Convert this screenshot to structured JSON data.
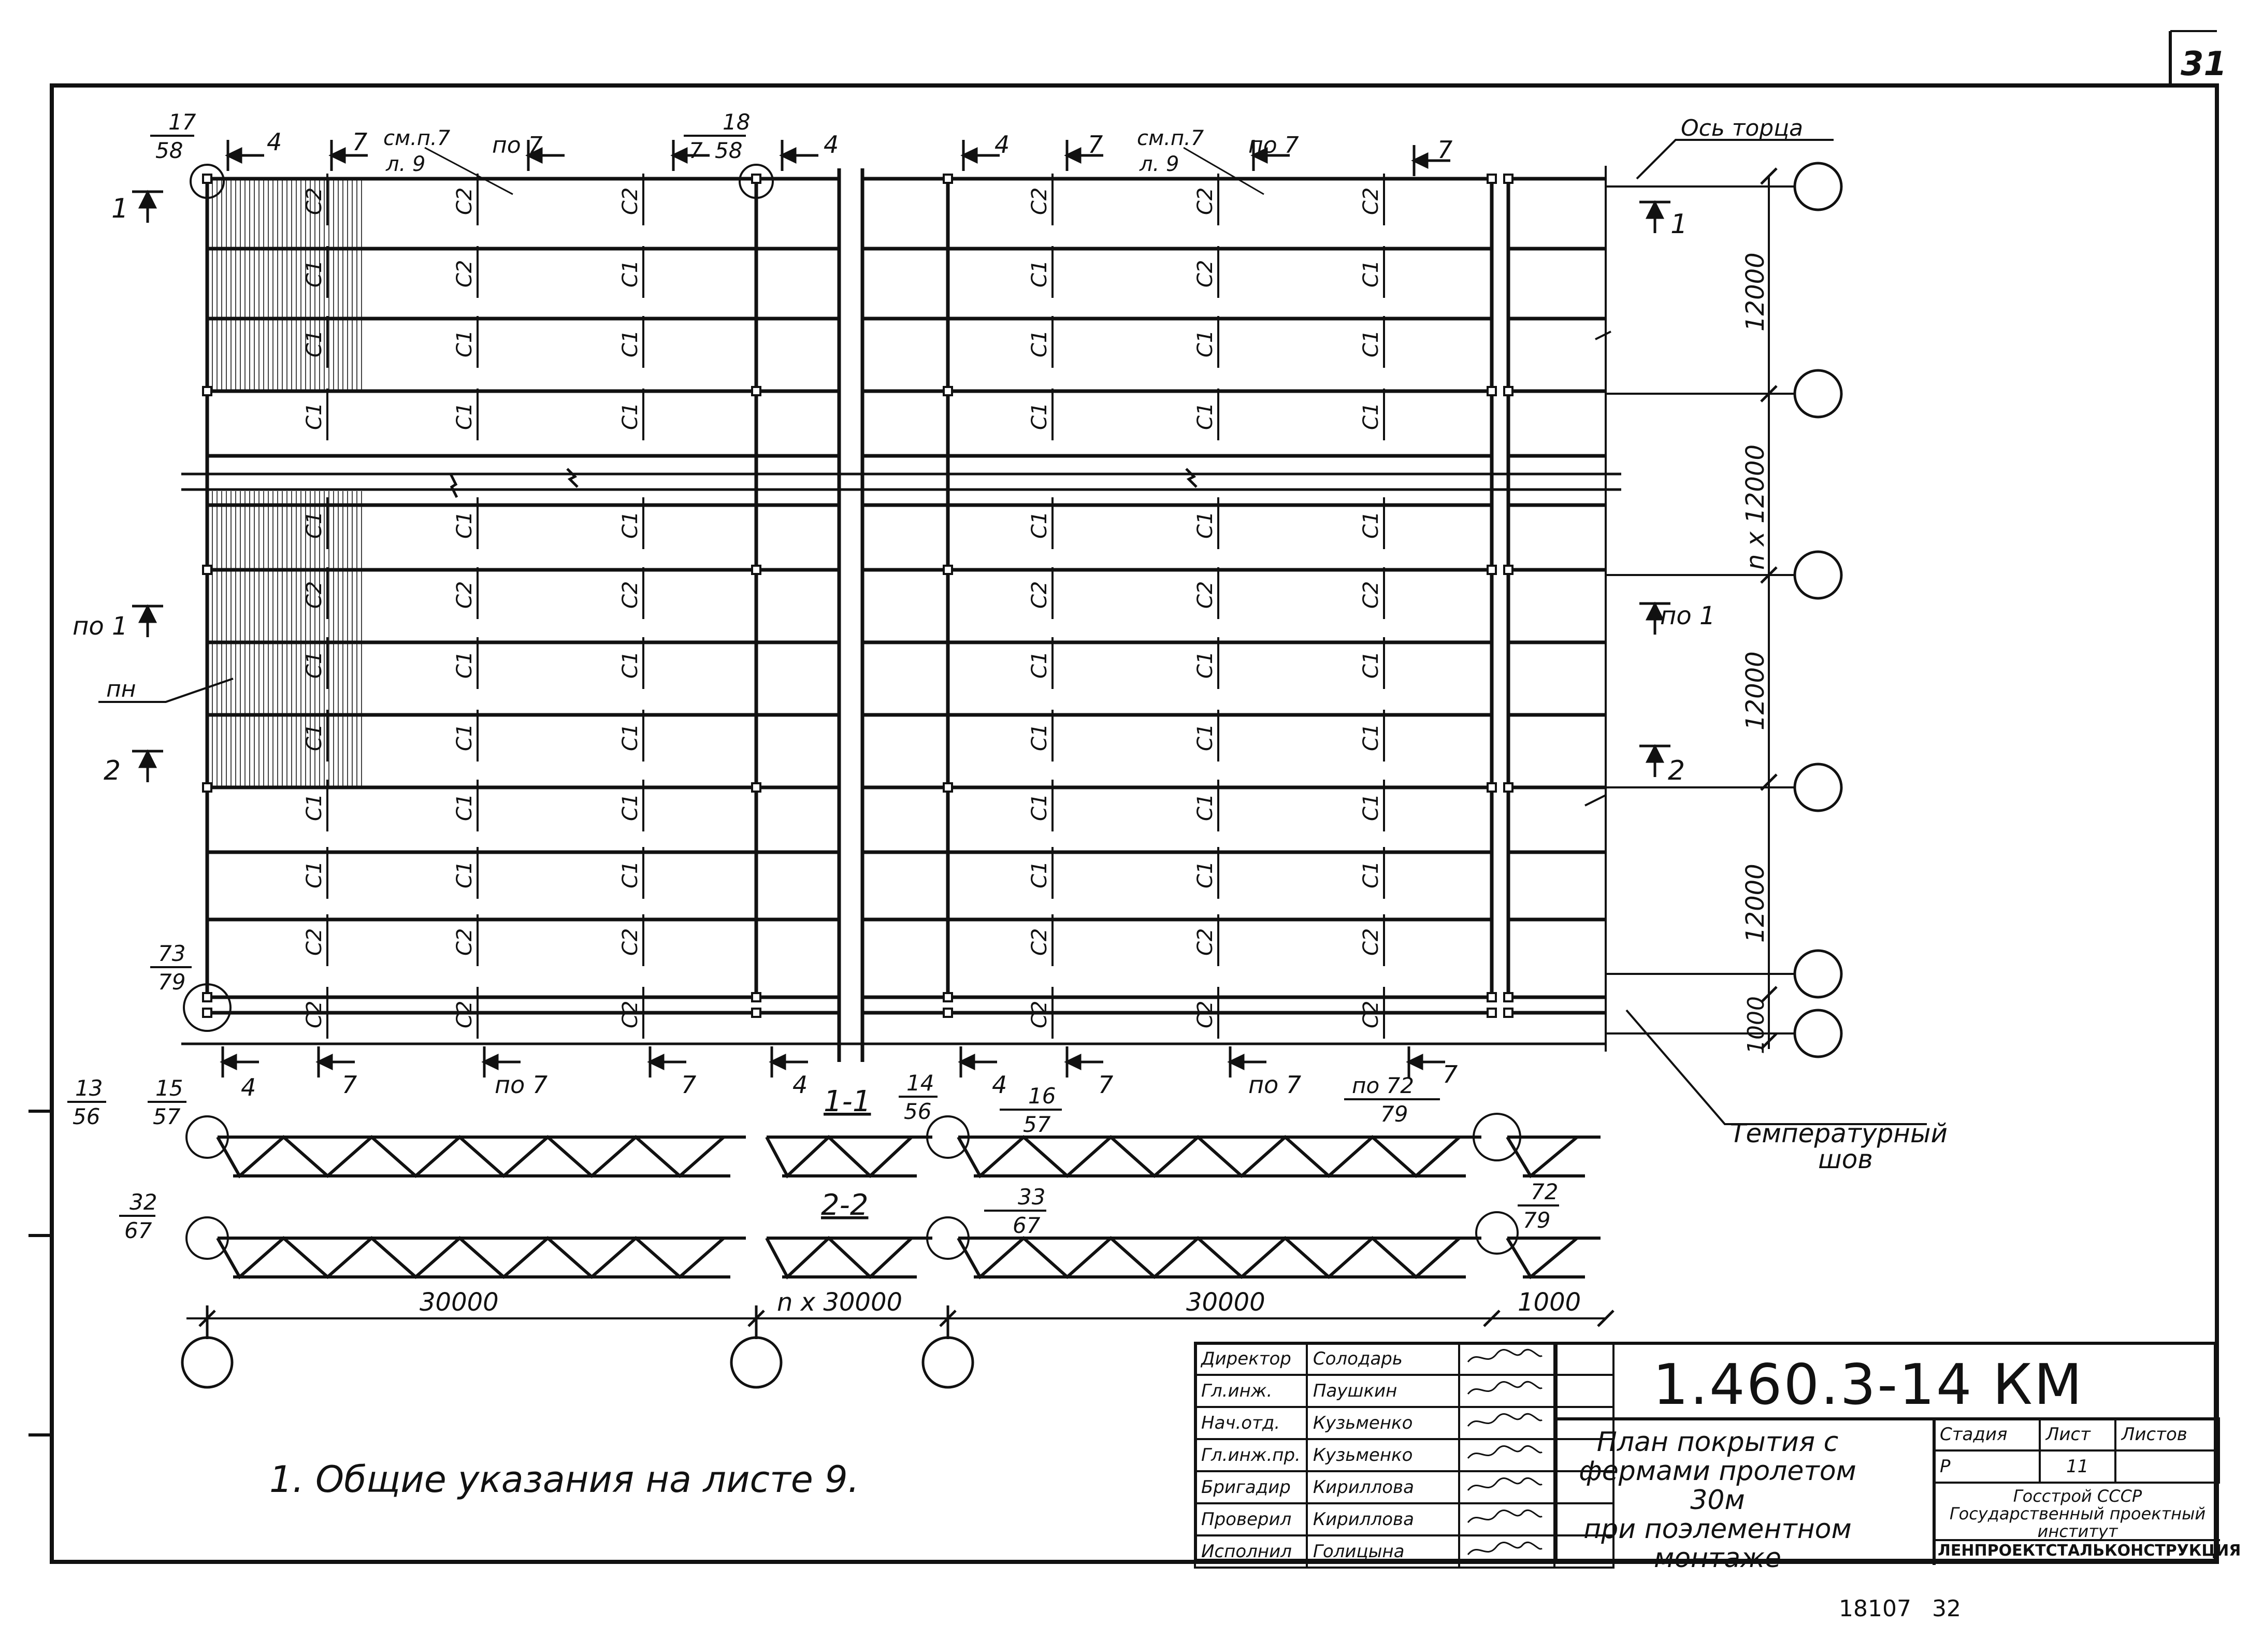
{
  "sheet_corner_number": "31",
  "axis_label": "Ось торца",
  "sections": {
    "s1_left": "1",
    "s1_right": "1",
    "s_po1_left": "по 1",
    "s_po1_right": "по 1",
    "s2_left": "2",
    "s2_right": "2",
    "section_1_1": "1-1",
    "section_2_2": "2-2"
  },
  "node_refs": {
    "r17": "17",
    "r58a": "58",
    "r18": "18",
    "r58b": "58",
    "r7_58": "7",
    "r73": "73",
    "r79a": "79",
    "r13": "13",
    "r56a": "56",
    "r15": "15",
    "r57a": "57",
    "r14": "14",
    "r56b": "56",
    "r16": "16",
    "r57b": "57",
    "r_po72": "по 72",
    "r79b": "79",
    "r32": "32",
    "r67a": "67",
    "r33": "33",
    "r67b": "67",
    "r72": "72",
    "r79c": "79"
  },
  "top_marks": [
    "4",
    "7",
    "см.п.7",
    "л. 9",
    "по 7",
    "7",
    "4",
    "4",
    "7",
    "см.п.7",
    "л. 9",
    "по 7",
    "7"
  ],
  "bottom_marks": [
    "4",
    "7",
    "по 7",
    "7",
    "4",
    "4",
    "7",
    "по 7",
    "по 72",
    "7"
  ],
  "element_codes": {
    "c1": "С1",
    "c2": "С2"
  },
  "pn_label": "пн",
  "dims_vertical": [
    "12000",
    "n x 12000",
    "12000",
    "12000",
    "1000"
  ],
  "dims_horizontal": [
    "30000",
    "n x 30000",
    "30000",
    "1000"
  ],
  "temp_joint": [
    "Температурный",
    "шов"
  ],
  "general_note": "1. Общие указания на листе 9.",
  "title_block": {
    "code": "1.460.3-14 КМ",
    "title_lines": [
      "План покрытия с",
      "фермами пролетом 30м",
      "при поэлементном",
      "монтаже"
    ],
    "staff": [
      {
        "role": "Директор",
        "name": "Солодарь"
      },
      {
        "role": "Гл.инж.",
        "name": "Паушкин"
      },
      {
        "role": "Нач.отд.",
        "name": "Кузьменко"
      },
      {
        "role": "Гл.инж.пр.",
        "name": "Кузьменко"
      },
      {
        "role": "Бригадир",
        "name": "Кириллова"
      },
      {
        "role": "Проверил",
        "name": "Кириллова"
      },
      {
        "role": "Исполнил",
        "name": "Голицына"
      }
    ],
    "col_headers": [
      "Стадия",
      "Лист",
      "Листов"
    ],
    "col_values": [
      "Р",
      "11",
      ""
    ],
    "org_lines": [
      "Госстрой СССР",
      "Государственный проектный",
      "институт"
    ],
    "org_name": "ЛЕНПРОЕКТСТАЛЬКОНСТРУКЦИЯ"
  },
  "footer": {
    "archive_no": "18107",
    "page": "32"
  }
}
